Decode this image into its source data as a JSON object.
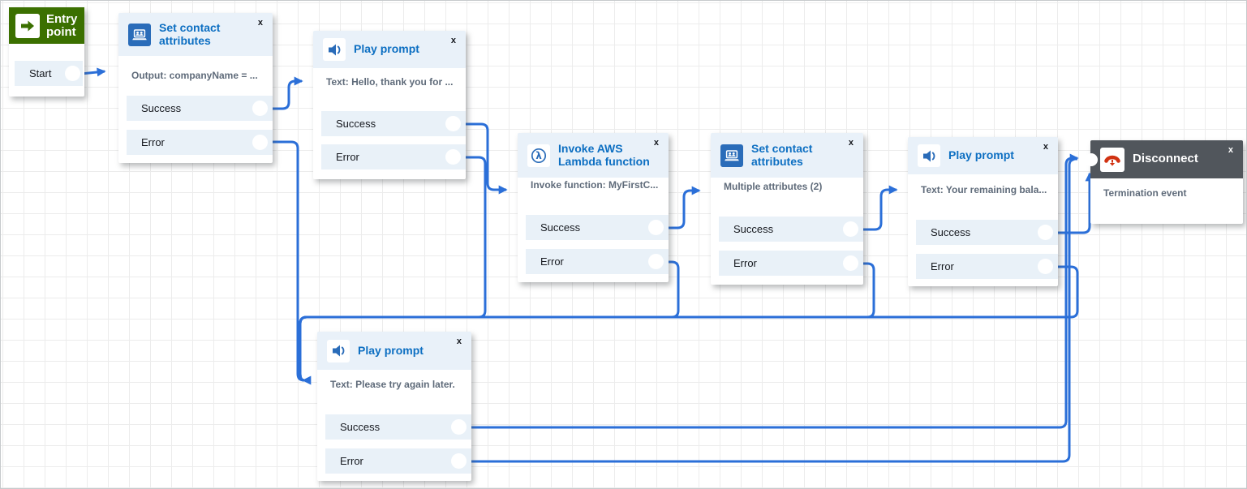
{
  "ui": {
    "close_label": "x"
  },
  "colors": {
    "connector": "#2b6fd8",
    "title_blue": "#0d6fc2",
    "card_header_bg": "#e9f1f9",
    "row_bg": "#e9f1f8",
    "entry_green": "#3b7000",
    "disconnect_header": "#51565c",
    "phone_red": "#d13212",
    "icon_blue": "#2a6cb9",
    "grid_line": "#ececec"
  },
  "nodes": [
    {
      "id": "entry-point",
      "label": "Entry point",
      "output": "Start"
    },
    {
      "id": "set-contact-attributes-1",
      "title": "Set contact attributes",
      "summary": "Output: companyName = ...",
      "outputs": [
        "Success",
        "Error"
      ]
    },
    {
      "id": "play-prompt-1",
      "title": "Play prompt",
      "summary": "Text: Hello, thank you for ...",
      "outputs": [
        "Success",
        "Error"
      ]
    },
    {
      "id": "invoke-aws-lambda-function",
      "title": "Invoke AWS Lambda function",
      "summary": "Invoke function: MyFirstC...",
      "outputs": [
        "Success",
        "Error"
      ]
    },
    {
      "id": "set-contact-attributes-2",
      "title": "Set contact attributes",
      "summary": "Multiple attributes (2)",
      "outputs": [
        "Success",
        "Error"
      ]
    },
    {
      "id": "play-prompt-2",
      "title": "Play prompt",
      "summary": "Text: Your remaining bala...",
      "outputs": [
        "Success",
        "Error"
      ]
    },
    {
      "id": "disconnect",
      "title": "Disconnect",
      "summary": "Termination event",
      "outputs": []
    },
    {
      "id": "play-prompt-3",
      "title": "Play prompt",
      "summary": "Text: Please try again later.",
      "outputs": [
        "Success",
        "Error"
      ]
    }
  ],
  "connections": [
    {
      "from": "entry-point",
      "port": "Start",
      "to": "set-contact-attributes-1"
    },
    {
      "from": "set-contact-attributes-1",
      "port": "Success",
      "to": "play-prompt-1"
    },
    {
      "from": "set-contact-attributes-1",
      "port": "Error",
      "to": "play-prompt-3"
    },
    {
      "from": "play-prompt-1",
      "port": "Success",
      "to": "invoke-aws-lambda-function"
    },
    {
      "from": "play-prompt-1",
      "port": "Error",
      "to": "play-prompt-3"
    },
    {
      "from": "invoke-aws-lambda-function",
      "port": "Success",
      "to": "set-contact-attributes-2"
    },
    {
      "from": "invoke-aws-lambda-function",
      "port": "Error",
      "to": "play-prompt-3"
    },
    {
      "from": "set-contact-attributes-2",
      "port": "Success",
      "to": "play-prompt-2"
    },
    {
      "from": "set-contact-attributes-2",
      "port": "Error",
      "to": "play-prompt-3"
    },
    {
      "from": "play-prompt-2",
      "port": "Success",
      "to": "disconnect"
    },
    {
      "from": "play-prompt-2",
      "port": "Error",
      "to": "play-prompt-3"
    },
    {
      "from": "play-prompt-3",
      "port": "Success",
      "to": "disconnect"
    },
    {
      "from": "play-prompt-3",
      "port": "Error",
      "to": "disconnect"
    }
  ]
}
